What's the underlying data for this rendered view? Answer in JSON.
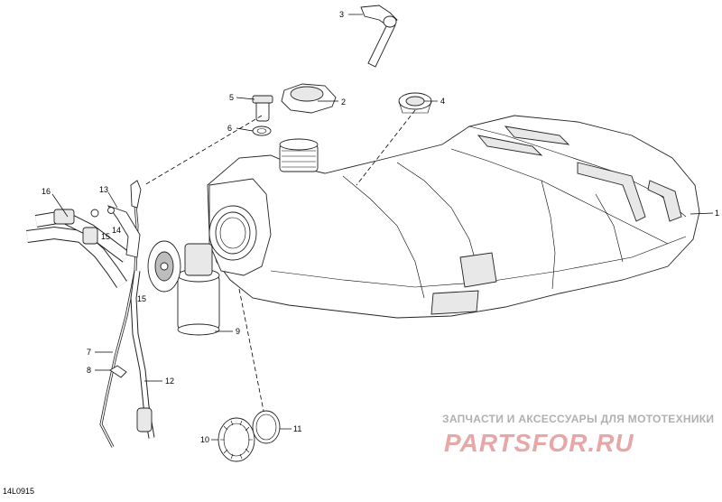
{
  "diagram": {
    "code": "14L0915",
    "callouts": [
      "1",
      "2",
      "3",
      "4",
      "5",
      "6",
      "7",
      "8",
      "9",
      "10",
      "11",
      "12",
      "13",
      "14",
      "15",
      "15",
      "16"
    ]
  },
  "watermark": {
    "tagline": "ЗАПЧАСТИ И АКСЕССУАРЫ ДЛЯ МОТОТЕХНИКИ",
    "brand": "PARTSFOR.RU",
    "color": "#e7a7a7"
  }
}
